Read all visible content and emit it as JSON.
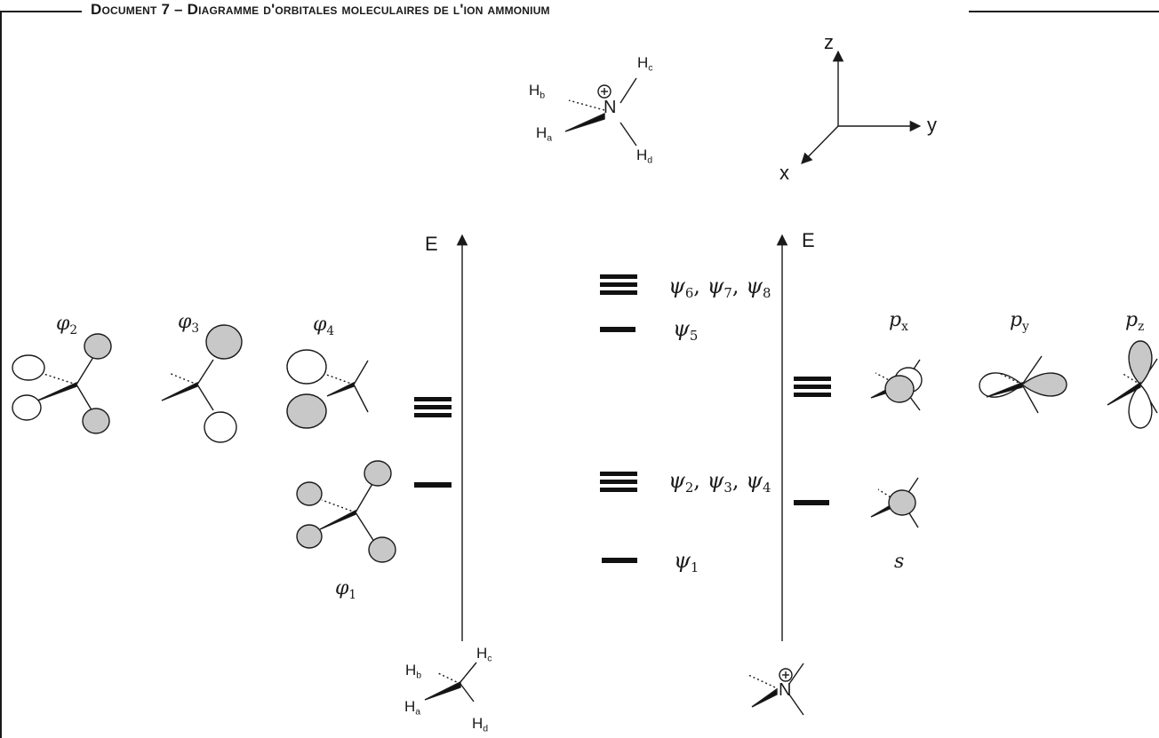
{
  "title": "Document 7 – Diagramme d'orbitales moleculaires de l'ion ammonium",
  "energy_axis_label": "E",
  "ligand_orbitals": [
    {
      "name": "φ",
      "index": "2"
    },
    {
      "name": "φ",
      "index": "3"
    },
    {
      "name": "φ",
      "index": "4"
    },
    {
      "name": "φ",
      "index": "1"
    }
  ],
  "molecular_orbitals": [
    {
      "label": "ψ6, ψ7, ψ8",
      "parts": [
        {
          "n": "ψ",
          "i": "6"
        },
        {
          "n": "ψ",
          "i": "7"
        },
        {
          "n": "ψ",
          "i": "8"
        }
      ],
      "degeneracy": 3
    },
    {
      "label": "ψ5",
      "parts": [
        {
          "n": "ψ",
          "i": "5"
        }
      ],
      "degeneracy": 1
    },
    {
      "label": "ψ2, ψ3, ψ4",
      "parts": [
        {
          "n": "ψ",
          "i": "2"
        },
        {
          "n": "ψ",
          "i": "3"
        },
        {
          "n": "ψ",
          "i": "4"
        }
      ],
      "degeneracy": 3
    },
    {
      "label": "ψ1",
      "parts": [
        {
          "n": "ψ",
          "i": "1"
        }
      ],
      "degeneracy": 1
    }
  ],
  "atomic_orbitals": {
    "p": [
      {
        "name": "p",
        "index": "x"
      },
      {
        "name": "p",
        "index": "y"
      },
      {
        "name": "p",
        "index": "z"
      }
    ],
    "s": "s"
  },
  "hydrogens": {
    "a": "H",
    "b": "H",
    "c": "H",
    "d": "H",
    "ia": "a",
    "ib": "b",
    "ic": "c",
    "id": "d"
  },
  "nitrogen": "N",
  "charge": "+",
  "axes": {
    "x": "x",
    "y": "y",
    "z": "z"
  },
  "colors": {
    "ink": "#1a1a1a",
    "lobe_fill": "#c8c8c8",
    "background": "#ffffff"
  }
}
